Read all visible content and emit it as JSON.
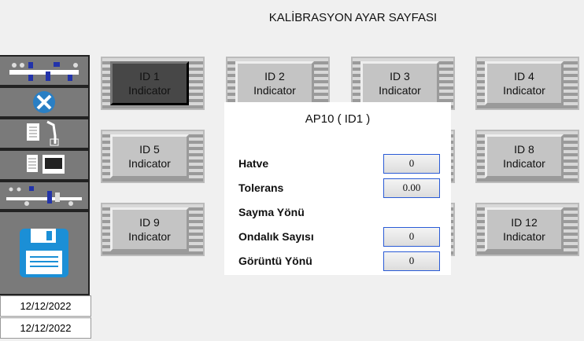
{
  "title": "KALİBRASYON AYAR SAYFASI",
  "sidebar": {
    "items": [
      {
        "icon": "scale-adjust-icon"
      },
      {
        "icon": "tools-icon"
      },
      {
        "icon": "document-plug-icon"
      },
      {
        "icon": "document-monitor-icon"
      },
      {
        "icon": "slider-adjust-icon"
      },
      {
        "icon": "save-icon"
      }
    ],
    "dates": [
      "12/12/2022",
      "12/12/2022"
    ]
  },
  "tiles": [
    {
      "id": "ID 1",
      "label": "Indicator"
    },
    {
      "id": "ID 2",
      "label": "Indicator"
    },
    {
      "id": "ID 3",
      "label": "Indicator"
    },
    {
      "id": "ID 4",
      "label": "Indicator"
    },
    {
      "id": "ID 5",
      "label": "Indicator"
    },
    {
      "id": "ID 8",
      "label": "Indicator"
    },
    {
      "id": "ID 9",
      "label": "Indicator"
    },
    {
      "id": "ID 12",
      "label": "Indicator"
    }
  ],
  "popup": {
    "title": "AP10 ( ID1 )",
    "rows": [
      {
        "label": "Hatve",
        "value": "0"
      },
      {
        "label": "Tolerans",
        "value": "0.00"
      },
      {
        "label": "Sayma Yönü"
      },
      {
        "label": "Ondalık Sayısı",
        "value": "0"
      },
      {
        "label": "Görüntü Yönü",
        "value": "0"
      }
    ]
  }
}
